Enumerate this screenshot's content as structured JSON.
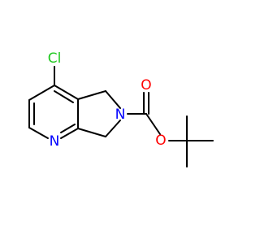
{
  "molecule": {
    "atom_labels": {
      "chlorine": "Cl",
      "ring_nitrogen": "N",
      "amide_nitrogen": "N",
      "carbonyl_oxygen": "O",
      "ester_oxygen": "O"
    },
    "colors": {
      "bond": "#000000",
      "chlorine": "#1fc81f",
      "nitrogen": "#0000ff",
      "oxygen": "#ff0000"
    }
  }
}
